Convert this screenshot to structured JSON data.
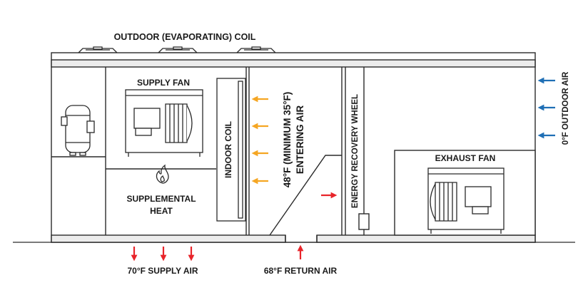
{
  "labels": {
    "outdoor_coil": "OUTDOOR (EVAPORATING) COIL",
    "supply_fan": "SUPPLY FAN",
    "indoor_coil": "INDOOR COIL",
    "entering_air_line1": "48°F (MINIMUM 35°F)",
    "entering_air_line2": "ENTERING AIR",
    "energy_recovery_wheel": "ENERGY RECOVERY WHEEL",
    "outdoor_air": "0°F OUTDOOR AIR",
    "exhaust_fan": "EXHAUST FAN",
    "supplemental_heat_line1": "SUPPLEMENTAL",
    "supplemental_heat_line2": "HEAT",
    "supply_air": "70°F SUPPLY AIR",
    "return_air": "68°F RETURN AIR"
  },
  "colors": {
    "warm_arrow": "#f5a623",
    "hot_arrow": "#e8242a",
    "cold_arrow": "#1f6fb5",
    "outline": "#2a2a2a"
  },
  "icons": [
    "fan-unit-icon",
    "compressor-icon",
    "flame-icon",
    "blower-icon"
  ]
}
